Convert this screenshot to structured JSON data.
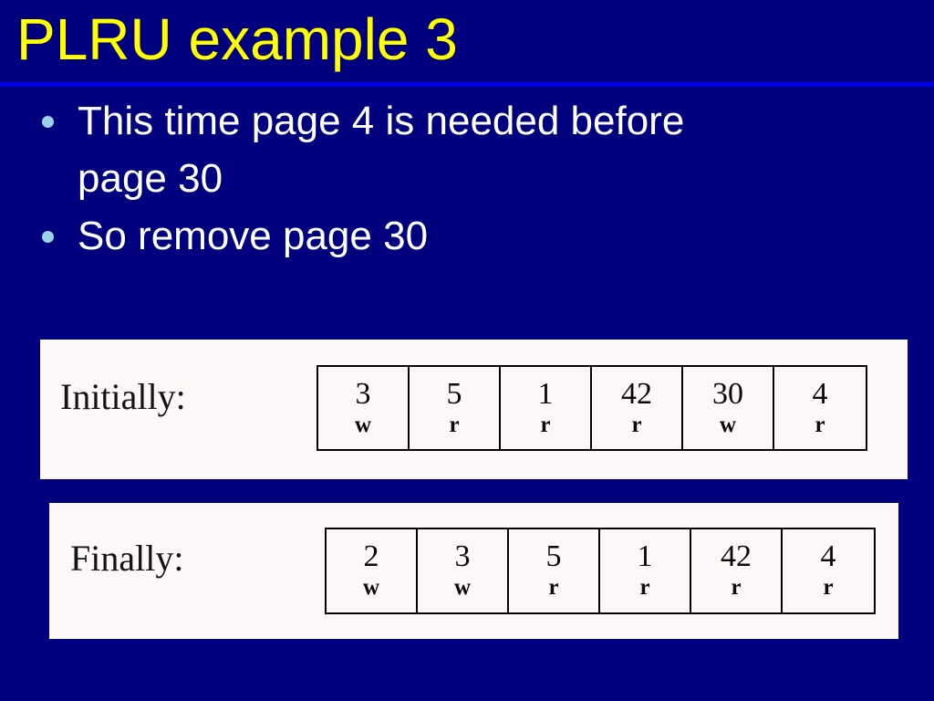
{
  "slide": {
    "title": "PLRU example 3",
    "colors": {
      "background": "#00007E",
      "title_text": "#FFFF00",
      "rule": "#0000E8",
      "body_text": "#FFFFFF",
      "bullet_dot": "#9CD2E8",
      "panel_background": "#FCF8F7",
      "cell_border": "#000000",
      "cell_text": "#0A0A0A"
    },
    "bullets": [
      {
        "text": "This time page 4 is needed before\npage 30"
      },
      {
        "text": "So remove page 30"
      }
    ],
    "panels": [
      {
        "label": "Initially:",
        "cells": [
          {
            "number": "3",
            "mode": "w"
          },
          {
            "number": "5",
            "mode": "r"
          },
          {
            "number": "1",
            "mode": "r"
          },
          {
            "number": "42",
            "mode": "r"
          },
          {
            "number": "30",
            "mode": "w"
          },
          {
            "number": "4",
            "mode": "r"
          }
        ]
      },
      {
        "label": "Finally:",
        "cells": [
          {
            "number": "2",
            "mode": "w"
          },
          {
            "number": "3",
            "mode": "w"
          },
          {
            "number": "5",
            "mode": "r"
          },
          {
            "number": "1",
            "mode": "r"
          },
          {
            "number": "42",
            "mode": "r"
          },
          {
            "number": "4",
            "mode": "r"
          }
        ]
      }
    ]
  }
}
